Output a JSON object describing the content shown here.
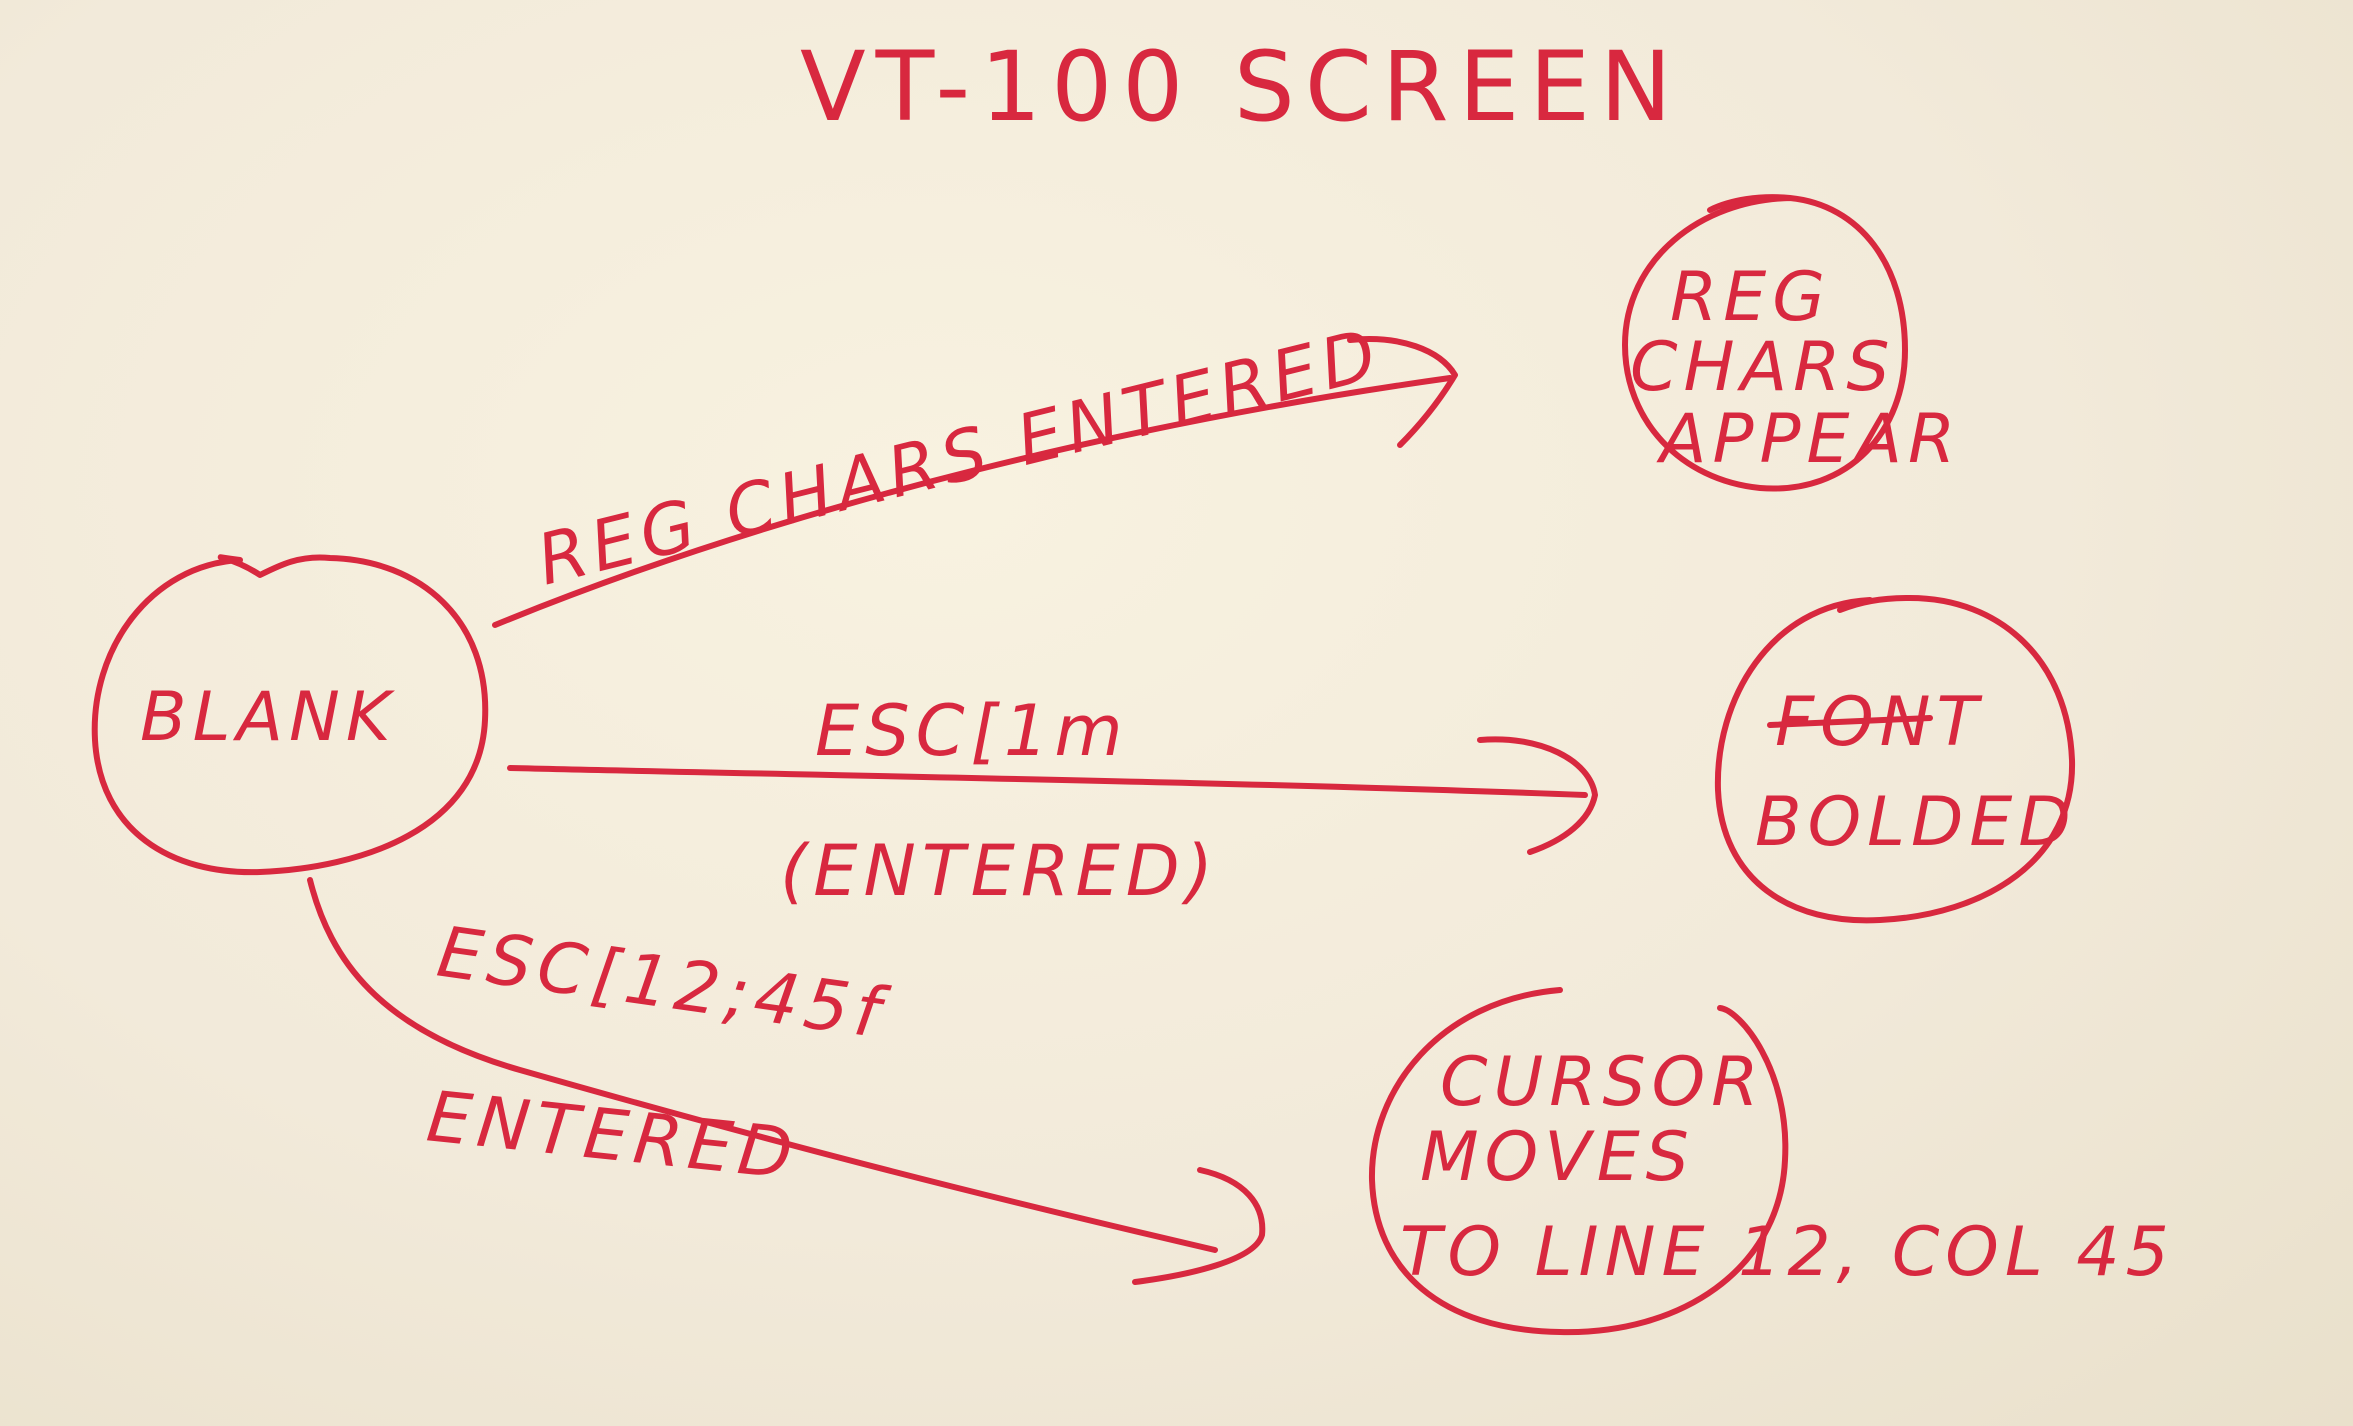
{
  "title": "VT-100 SCREEN",
  "ink_color": "#d8283f",
  "paper_color": "#f3ecd9",
  "nodes": {
    "blank": {
      "label": "BLANK"
    },
    "reg_chars": {
      "lines": [
        "REG",
        "CHARS",
        "APPEAR"
      ]
    },
    "font_bolded": {
      "lines": [
        "FONT",
        "BOLDED"
      ]
    },
    "cursor_moves": {
      "lines": [
        "CURSOR",
        "MOVES",
        "TO LINE 12, COL 45"
      ]
    }
  },
  "edges": {
    "reg_chars_entered": {
      "label": "REG CHARS ENTERED"
    },
    "esc_1m": {
      "lines": [
        "ESC[1m",
        "(ENTERED)"
      ]
    },
    "esc_12_45f": {
      "lines": [
        "ESC[12;45f",
        "ENTERED"
      ]
    }
  }
}
